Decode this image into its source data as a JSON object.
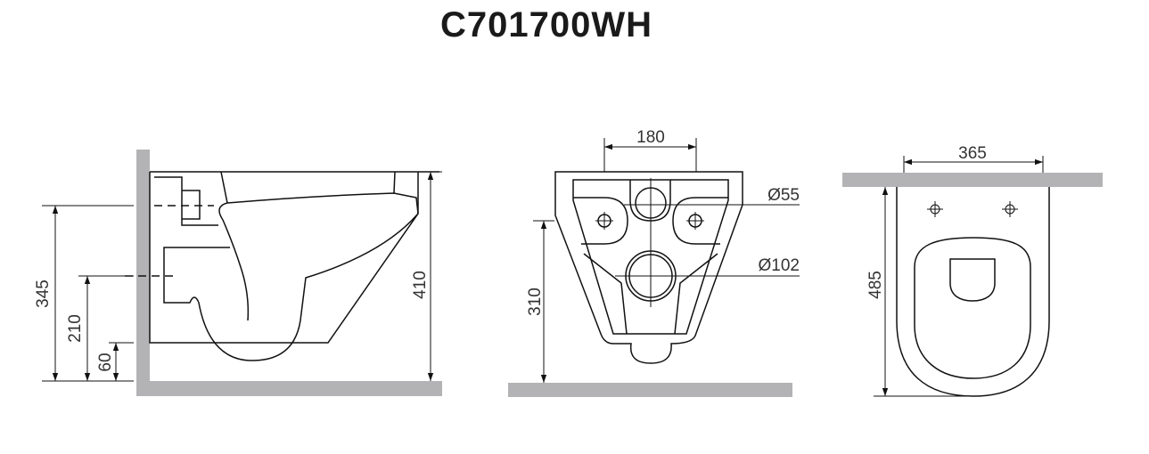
{
  "title": "C701700WH",
  "colors": {
    "wall": "#b3b3b5",
    "line": "#111111"
  },
  "side_view": {
    "dimensions": {
      "height_inlet": "345",
      "height_outlet": "210",
      "height_bottom": "60",
      "total_height": "410"
    }
  },
  "front_view": {
    "dimensions": {
      "bolt_spacing": "180",
      "height": "310",
      "inlet_diameter": "Ø55",
      "outlet_diameter": "Ø102"
    }
  },
  "top_view": {
    "dimensions": {
      "width": "365",
      "depth": "485"
    }
  }
}
